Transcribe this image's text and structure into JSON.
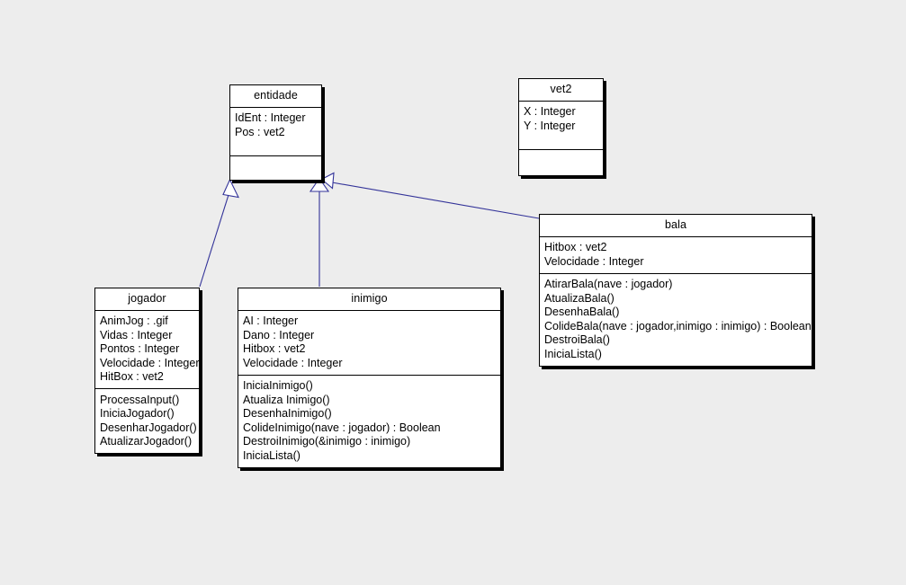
{
  "diagram": {
    "type": "uml-class-diagram",
    "background_color": "#ededed",
    "box_fill": "#ffffff",
    "box_border": "#000000",
    "relation_color": "#333399",
    "classes": [
      {
        "id": "entidade",
        "name": "entidade",
        "attributes": [
          "IdEnt : Integer",
          "Pos : vet2"
        ],
        "operations": []
      },
      {
        "id": "vet2",
        "name": "vet2",
        "attributes": [
          "X : Integer",
          "Y : Integer"
        ],
        "operations": []
      },
      {
        "id": "bala",
        "name": "bala",
        "attributes": [
          "Hitbox : vet2",
          "Velocidade : Integer"
        ],
        "operations": [
          "AtirarBala(nave : jogador)",
          "AtualizaBala()",
          "DesenhaBala()",
          "ColideBala(nave : jogador,inimigo : inimigo) : Boolean",
          "DestroiBala()",
          "IniciaLista()"
        ]
      },
      {
        "id": "jogador",
        "name": "jogador",
        "attributes": [
          "AnimJog : .gif",
          "Vidas : Integer",
          "Pontos : Integer",
          "Velocidade : Integer",
          "HitBox : vet2"
        ],
        "operations": [
          "ProcessaInput()",
          "IniciaJogador()",
          "DesenharJogador()",
          "AtualizarJogador()"
        ]
      },
      {
        "id": "inimigo",
        "name": "inimigo",
        "attributes": [
          "AI : Integer",
          "Dano : Integer",
          "Hitbox : vet2",
          "Velocidade : Integer"
        ],
        "operations": [
          "IniciaInimigo()",
          "Atualiza Inimigo()",
          "DesenhaInimigo()",
          "ColideInimigo(nave : jogador) : Boolean",
          "DestroiInimigo(&inimigo : inimigo)",
          "IniciaLista()"
        ]
      }
    ],
    "relations": [
      {
        "id": "jogador-entidade",
        "kind": "generalization",
        "from": "jogador",
        "to": "entidade"
      },
      {
        "id": "inimigo-entidade",
        "kind": "generalization",
        "from": "inimigo",
        "to": "entidade"
      },
      {
        "id": "bala-entidade",
        "kind": "generalization",
        "from": "bala",
        "to": "entidade"
      }
    ]
  }
}
